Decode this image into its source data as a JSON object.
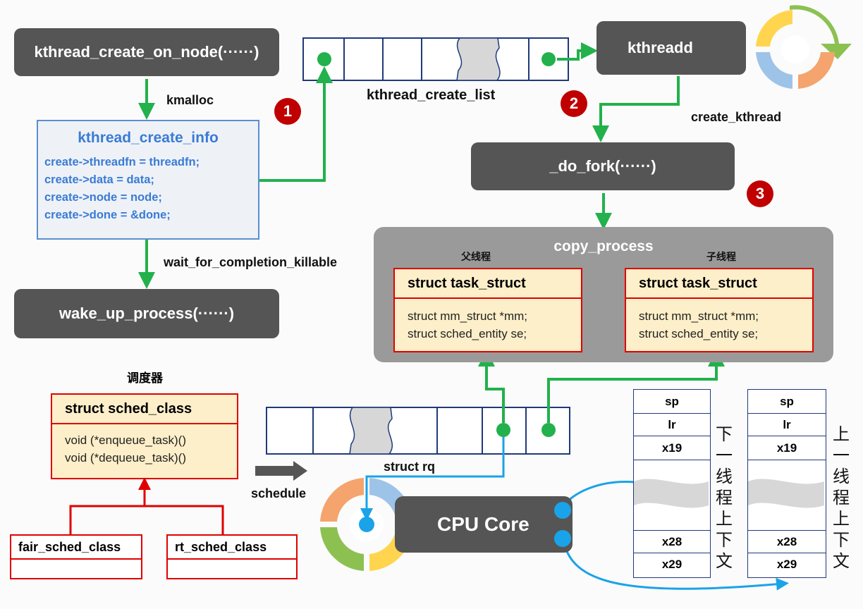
{
  "nodes": {
    "kthread_create_on_node": "kthread_create_on_node(······)",
    "kthreadd": "kthreadd",
    "do_fork": "_do_fork(······)",
    "wake_up_process": "wake_up_process(······)",
    "cpu_core": "CPU Core"
  },
  "info": {
    "title": "kthread_create_info",
    "lines": [
      "create->threadfn = threadfn;",
      "create->data = data;",
      "create->node = node;",
      "create->done = &done;"
    ]
  },
  "labels": {
    "kmalloc": "kmalloc",
    "kthread_create_list": "kthread_create_list",
    "create_kthread": "create_kthread",
    "wait_for_completion_killable": "wait_for_completion_killable",
    "scheduler": "调度器",
    "struct_rq": "struct rq",
    "schedule": "schedule"
  },
  "badges": [
    "1",
    "2",
    "3"
  ],
  "copy_process": {
    "title": "copy_process",
    "parent_label": "父线程",
    "child_label": "子线程",
    "parent": {
      "title": "struct task_struct",
      "lines": [
        "struct mm_struct *mm;",
        "struct sched_entity se;"
      ]
    },
    "child": {
      "title": "struct task_struct",
      "lines": [
        "struct mm_struct *mm;",
        "struct sched_entity se;"
      ]
    }
  },
  "sched_class": {
    "title": "struct sched_class",
    "lines": [
      "void (*enqueue_task)()",
      "void (*dequeue_task)()"
    ],
    "fair": "fair_sched_class",
    "rt": "rt_sched_class"
  },
  "stacks": {
    "next": {
      "cells": [
        "sp",
        "lr",
        "x19",
        "",
        "x28",
        "x29"
      ],
      "caption": "下一线程上下文"
    },
    "prev": {
      "cells": [
        "sp",
        "lr",
        "x19",
        "",
        "x28",
        "x29"
      ],
      "caption": "上一线程上下文"
    }
  },
  "colors": {
    "green": "#22b14c",
    "blue": "#1aa3e8",
    "red": "#e00000",
    "dark": "#555555",
    "navy": "#1f3a7a"
  }
}
